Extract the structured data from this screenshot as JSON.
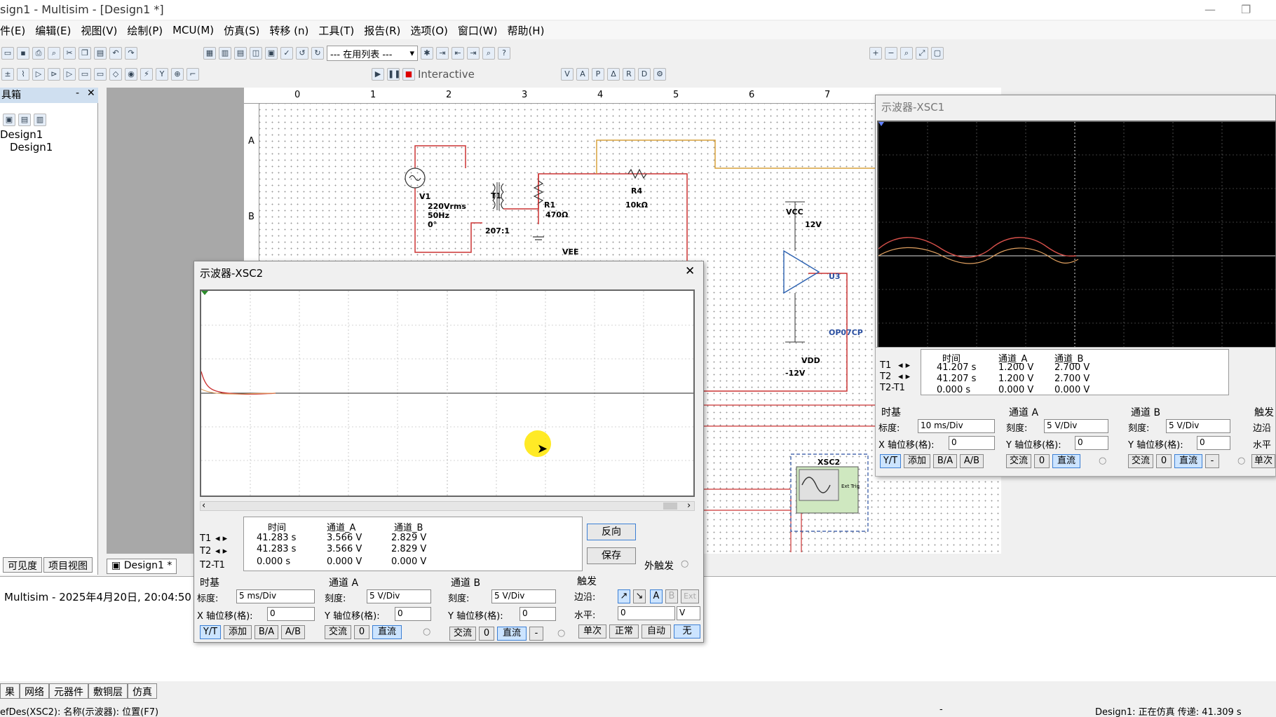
{
  "window": {
    "title": "sign1 - Multisim - [Design1 *]",
    "min": "—",
    "max": "❐"
  },
  "menu": [
    "件(E)",
    "编辑(E)",
    "视图(V)",
    "绘制(P)",
    "MCU(M)",
    "仿真(S)",
    "转移 (n)",
    "工具(T)",
    "报告(R)",
    "选项(O)",
    "窗口(W)",
    "帮助(H)"
  ],
  "toolbar": {
    "in_use_list": "--- 在用列表 ---",
    "interactive": "Interactive"
  },
  "left_panel": {
    "title": "具箱",
    "tree_root": "Design1",
    "tree_child": "Design1",
    "tab_visibility": "可见度",
    "tab_project": "项目视图"
  },
  "canvas_tab": "Design1 *",
  "ruler": {
    "cols": [
      "0",
      "1",
      "2",
      "3",
      "4",
      "5",
      "6",
      "7"
    ],
    "rows": [
      "A",
      "B"
    ]
  },
  "circuit": {
    "v1": [
      "V1",
      "220Vrms",
      "50Hz",
      "0°"
    ],
    "t1": "T1",
    "t1_ratio": "207:1",
    "r1": "R1",
    "r1_val": "470Ω",
    "r4": "R4",
    "r4_val": "10kΩ",
    "vee": "VEE",
    "vcc": "VCC",
    "vcc_val": "12V",
    "u3": "U3",
    "u3_part": "OP07CP",
    "vdd": "VDD",
    "vdd_val": "-12V",
    "xsc2": "XSC2",
    "ext_trig": "Ext Trig"
  },
  "log": "Multisim  -  2025年4月20日, 20:04:50",
  "scope_xsc2": {
    "title": "示波器-XSC2",
    "close": "✕",
    "headers": [
      "时间",
      "通道_A",
      "通道_B"
    ],
    "rows": [
      {
        "label": "T1",
        "time": "41.283 s",
        "a": "3.566 V",
        "b": "2.829 V"
      },
      {
        "label": "T2",
        "time": "41.283 s",
        "a": "3.566 V",
        "b": "2.829 V"
      },
      {
        "label": "T2-T1",
        "time": "0.000 s",
        "a": "0.000 V",
        "b": "0.000 V"
      }
    ],
    "btn_reverse": "反向",
    "btn_save": "保存",
    "ext_trigger": "外触发",
    "timebase": {
      "title": "时基",
      "scale_label": "标度:",
      "scale": "5 ms/Div",
      "xpos_label": "X 轴位移(格):",
      "xpos": "0"
    },
    "chA": {
      "title": "通道 A",
      "scale_label": "刻度:",
      "scale": "5 V/Div",
      "ypos_label": "Y 轴位移(格):",
      "ypos": "0"
    },
    "chB": {
      "title": "通道 B",
      "scale_label": "刻度:",
      "scale": "5 V/Div",
      "ypos_label": "Y 轴位移(格):",
      "ypos": "0"
    },
    "trigger": {
      "title": "触发",
      "edge_label": "边沿:",
      "level_label": "水平:",
      "level": "0",
      "unit": "V",
      "ext": "Ext",
      "A": "A",
      "B": "B"
    },
    "mode_buttons": [
      "Y/T",
      "添加",
      "B/A",
      "A/B"
    ],
    "coupling": [
      "交流",
      "0",
      "直流"
    ],
    "coupling_b": [
      "交流",
      "0",
      "直流",
      "-"
    ],
    "trigger_modes": [
      "单次",
      "正常",
      "自动",
      "无"
    ]
  },
  "scope_xsc1": {
    "title": "示波器-XSC1",
    "headers": [
      "时间",
      "通道_A",
      "通道_B"
    ],
    "rows": [
      {
        "label": "T1",
        "time": "41.207 s",
        "a": "1.200 V",
        "b": "2.700 V"
      },
      {
        "label": "T2",
        "time": "41.207 s",
        "a": "1.200 V",
        "b": "2.700 V"
      },
      {
        "label": "T2-T1",
        "time": "0.000 s",
        "a": "0.000 V",
        "b": "0.000 V"
      }
    ],
    "timebase": {
      "title": "时基",
      "scale_label": "标度:",
      "scale": "10 ms/Div",
      "xpos_label": "X 轴位移(格):",
      "xpos": "0"
    },
    "chA": {
      "title": "通道 A",
      "scale_label": "刻度:",
      "scale": "5 V/Div",
      "ypos_label": "Y 轴位移(格):",
      "ypos": "0"
    },
    "chB": {
      "title": "通道 B",
      "scale_label": "刻度:",
      "scale": "5 V/Div",
      "ypos_label": "Y 轴位移(格):",
      "ypos": "0"
    },
    "trigger": {
      "title": "触发",
      "edge_label": "边沿",
      "level_label": "水平"
    },
    "mode_buttons": [
      "Y/T",
      "添加",
      "B/A",
      "A/B"
    ],
    "coupling": [
      "交流",
      "0",
      "直流"
    ],
    "coupling_b": [
      "交流",
      "0",
      "直流",
      "-"
    ],
    "single": "单次"
  },
  "bottom_tabs": [
    "果",
    "网络",
    "元器件",
    "敷铜层",
    "仿真"
  ],
  "statusbar": {
    "left": "efDes(XSC2): 名称(示波器): 位置(F7)",
    "mid": "-",
    "right": "Design1: 正在仿真 传递: 41.309 s"
  }
}
